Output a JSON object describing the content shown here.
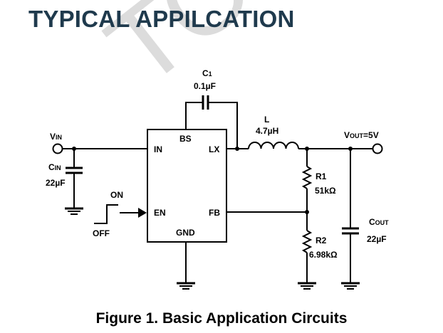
{
  "heading": "TYPICAL APPILCATION",
  "watermark": "TOL",
  "caption": "Figure 1. Basic Application Circuits",
  "ic": {
    "pins": {
      "in": "IN",
      "bs": "BS",
      "lx": "LX",
      "en": "EN",
      "fb": "FB",
      "gnd": "GND"
    }
  },
  "labels": {
    "vin": {
      "main": "V",
      "sub": "IN"
    },
    "cin": {
      "main": "C",
      "sub": "IN",
      "value": "22µF"
    },
    "c1": {
      "main": "C",
      "sub": "1",
      "value": "0.1µF"
    },
    "l": {
      "name": "L",
      "value": "4.7µH"
    },
    "vout": {
      "main": "V",
      "sub": "OUT",
      "value": "=5V"
    },
    "r1": {
      "name": "R1",
      "value": "51kΩ"
    },
    "r2": {
      "name": "R2",
      "value": "6.98kΩ"
    },
    "cout": {
      "main": "C",
      "sub": "OUT",
      "value": "22µF"
    },
    "en_on": "ON",
    "en_off": "OFF"
  },
  "colors": {
    "heading": "#1f3a4d",
    "watermark": "#dcdcdc",
    "wire": "#000000"
  }
}
